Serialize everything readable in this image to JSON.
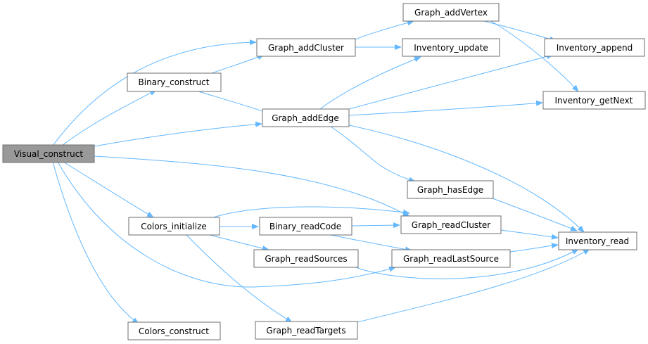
{
  "diagram": {
    "type": "call-graph",
    "edge_color": "#63b8ff",
    "root_fill": "#999999",
    "node_fill": "#ffffff",
    "nodes": [
      {
        "id": "n0",
        "label": "Visual_construct",
        "root": true
      },
      {
        "id": "n1",
        "label": "Binary_construct"
      },
      {
        "id": "n2",
        "label": "Graph_addCluster"
      },
      {
        "id": "n3",
        "label": "Graph_addVertex"
      },
      {
        "id": "n4",
        "label": "Inventory_append"
      },
      {
        "id": "n5",
        "label": "Inventory_getNext"
      },
      {
        "id": "n6",
        "label": "Inventory_update"
      },
      {
        "id": "n7",
        "label": "Graph_addEdge"
      },
      {
        "id": "n8",
        "label": "Graph_hasEdge"
      },
      {
        "id": "n9",
        "label": "Inventory_read"
      },
      {
        "id": "n10",
        "label": "Colors_construct"
      },
      {
        "id": "n11",
        "label": "Colors_initialize"
      },
      {
        "id": "n12",
        "label": "Binary_readCode"
      },
      {
        "id": "n13",
        "label": "Graph_readCluster"
      },
      {
        "id": "n14",
        "label": "Graph_readSources"
      },
      {
        "id": "n15",
        "label": "Graph_readLastSource"
      },
      {
        "id": "n16",
        "label": "Graph_readTargets"
      }
    ],
    "edges": [
      {
        "from": "n0",
        "to": "n1"
      },
      {
        "from": "n0",
        "to": "n2"
      },
      {
        "from": "n0",
        "to": "n7"
      },
      {
        "from": "n0",
        "to": "n10"
      },
      {
        "from": "n0",
        "to": "n11"
      },
      {
        "from": "n0",
        "to": "n13"
      },
      {
        "from": "n0",
        "to": "n15"
      },
      {
        "from": "n1",
        "to": "n2"
      },
      {
        "from": "n1",
        "to": "n7"
      },
      {
        "from": "n2",
        "to": "n3"
      },
      {
        "from": "n2",
        "to": "n6"
      },
      {
        "from": "n3",
        "to": "n4"
      },
      {
        "from": "n3",
        "to": "n5"
      },
      {
        "from": "n7",
        "to": "n4"
      },
      {
        "from": "n7",
        "to": "n5"
      },
      {
        "from": "n7",
        "to": "n6"
      },
      {
        "from": "n7",
        "to": "n8"
      },
      {
        "from": "n7",
        "to": "n9"
      },
      {
        "from": "n8",
        "to": "n9"
      },
      {
        "from": "n11",
        "to": "n12"
      },
      {
        "from": "n11",
        "to": "n13"
      },
      {
        "from": "n11",
        "to": "n14"
      },
      {
        "from": "n11",
        "to": "n16"
      },
      {
        "from": "n12",
        "to": "n13"
      },
      {
        "from": "n12",
        "to": "n15"
      },
      {
        "from": "n13",
        "to": "n9"
      },
      {
        "from": "n14",
        "to": "n9"
      },
      {
        "from": "n15",
        "to": "n9"
      },
      {
        "from": "n16",
        "to": "n9"
      }
    ]
  }
}
